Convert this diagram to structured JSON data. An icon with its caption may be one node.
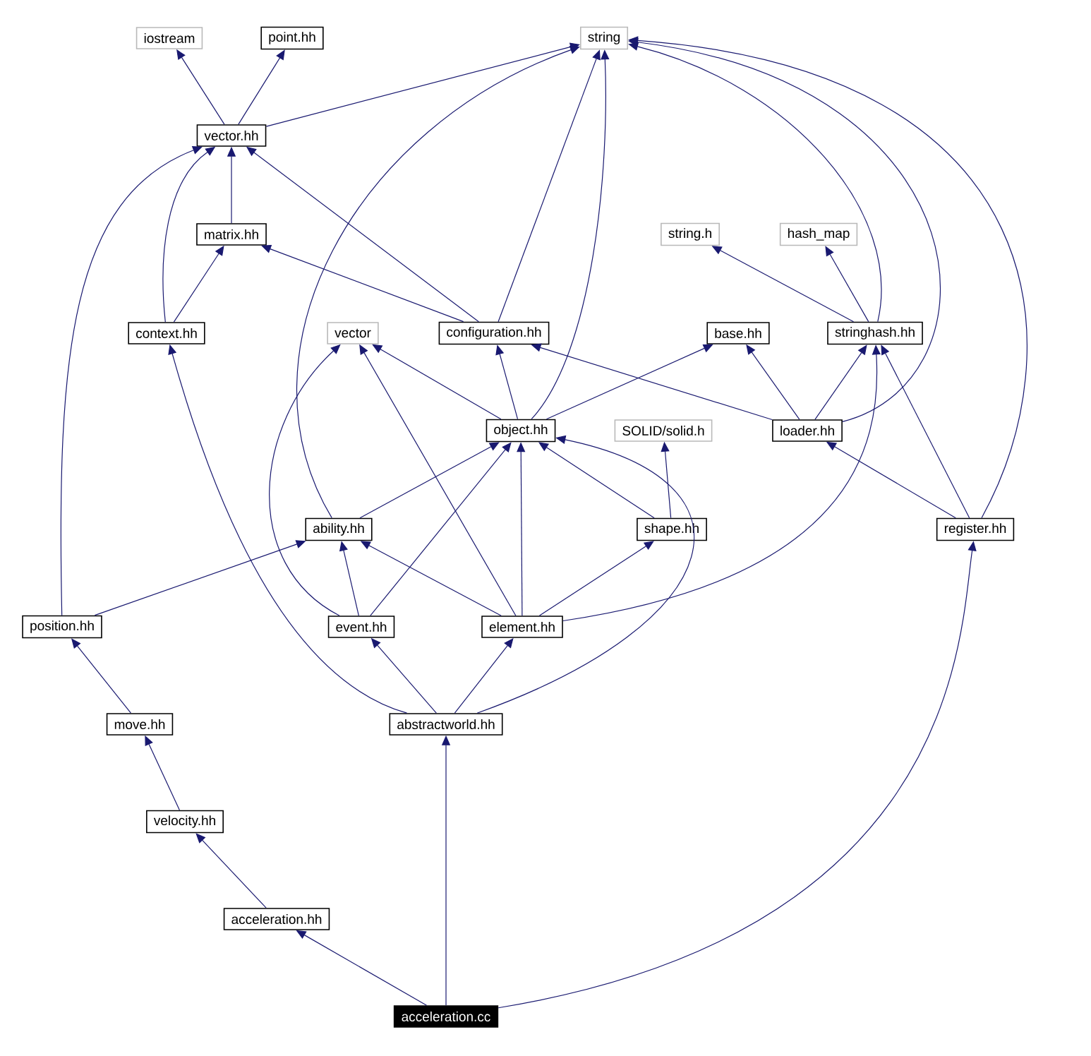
{
  "diagram": {
    "nodes": [
      {
        "text": [
          "iostream"
        ]
      },
      {
        "text": [
          "point.hh"
        ]
      },
      {
        "text": [
          "string"
        ]
      },
      {
        "text": [
          "vector.hh"
        ]
      },
      {
        "text": [
          "string.h"
        ]
      },
      {
        "text": [
          "hash_map"
        ]
      },
      {
        "text": [
          "matrix.hh"
        ]
      },
      {
        "text": [
          "context.hh"
        ]
      },
      {
        "text": [
          "vector"
        ]
      },
      {
        "text": [
          "configuration.hh"
        ]
      },
      {
        "text": [
          "base.hh"
        ]
      },
      {
        "text": [
          "stringhash.hh"
        ]
      },
      {
        "text": [
          "SOLID/solid.h"
        ]
      },
      {
        "text": [
          "object.hh"
        ]
      },
      {
        "text": [
          "loader.hh"
        ]
      },
      {
        "text": [
          "ability.hh"
        ]
      },
      {
        "text": [
          "shape.hh"
        ]
      },
      {
        "text": [
          "register.hh"
        ]
      },
      {
        "text": [
          "position.hh"
        ]
      },
      {
        "text": [
          "event.hh"
        ]
      },
      {
        "text": [
          "element.hh"
        ]
      },
      {
        "text": [
          "move.hh"
        ]
      },
      {
        "text": [
          "abstractworld.hh"
        ]
      },
      {
        "text": [
          "velocity.hh"
        ]
      },
      {
        "text": [
          "acceleration.hh"
        ]
      },
      {
        "text": [
          "acceleration.cc"
        ]
      }
    ],
    "edges": [
      {
        "from": 3,
        "to": 0,
        "arrow": "to"
      },
      {
        "from": 3,
        "to": 1,
        "arrow": "to"
      },
      {
        "from": 3,
        "to": 2,
        "arrow": "to"
      },
      {
        "from": 6,
        "to": 3,
        "arrow": "to"
      },
      {
        "from": 7,
        "to": 3,
        "arrow": "to"
      },
      {
        "from": 7,
        "to": 6,
        "arrow": "to"
      },
      {
        "from": 9,
        "to": 2,
        "arrow": "to"
      },
      {
        "from": 9,
        "to": 3,
        "arrow": "to"
      },
      {
        "from": 9,
        "to": 6,
        "arrow": "to"
      },
      {
        "from": 11,
        "to": 2,
        "arrow": "to"
      },
      {
        "from": 11,
        "to": 4,
        "arrow": "to"
      },
      {
        "from": 11,
        "to": 5,
        "arrow": "to"
      },
      {
        "from": 13,
        "to": 2,
        "arrow": "to"
      },
      {
        "from": 13,
        "to": 8,
        "arrow": "to"
      },
      {
        "from": 13,
        "to": 9,
        "arrow": "to"
      },
      {
        "from": 13,
        "to": 10,
        "arrow": "to"
      },
      {
        "from": 14,
        "to": 2,
        "arrow": "to"
      },
      {
        "from": 14,
        "to": 9,
        "arrow": "to"
      },
      {
        "from": 14,
        "to": 10,
        "arrow": "to"
      },
      {
        "from": 14,
        "to": 11,
        "arrow": "to"
      },
      {
        "from": 16,
        "to": 13,
        "arrow": "to"
      },
      {
        "from": 16,
        "to": 12,
        "arrow": "to"
      },
      {
        "from": 15,
        "to": 2,
        "arrow": "to"
      },
      {
        "from": 15,
        "to": 13,
        "arrow": "to"
      },
      {
        "from": 17,
        "to": 2,
        "arrow": "to"
      },
      {
        "from": 17,
        "to": 11,
        "arrow": "to"
      },
      {
        "from": 17,
        "to": 14,
        "arrow": "to"
      },
      {
        "from": 18,
        "to": 3,
        "arrow": "to"
      },
      {
        "from": 18,
        "to": 15,
        "arrow": "to"
      },
      {
        "from": 19,
        "to": 8,
        "arrow": "to"
      },
      {
        "from": 19,
        "to": 13,
        "arrow": "to"
      },
      {
        "from": 19,
        "to": 15,
        "arrow": "to"
      },
      {
        "from": 20,
        "to": 8,
        "arrow": "to"
      },
      {
        "from": 20,
        "to": 13,
        "arrow": "to"
      },
      {
        "from": 20,
        "to": 15,
        "arrow": "to"
      },
      {
        "from": 20,
        "to": 16,
        "arrow": "to"
      },
      {
        "from": 20,
        "to": 11,
        "arrow": "to"
      },
      {
        "from": 21,
        "to": 18,
        "arrow": "to"
      },
      {
        "from": 22,
        "to": 7,
        "arrow": "to"
      },
      {
        "from": 22,
        "to": 13,
        "arrow": "to"
      },
      {
        "from": 22,
        "to": 19,
        "arrow": "to"
      },
      {
        "from": 22,
        "to": 20,
        "arrow": "to"
      },
      {
        "from": 23,
        "to": 21,
        "arrow": "to"
      },
      {
        "from": 24,
        "to": 23,
        "arrow": "to"
      },
      {
        "from": 25,
        "to": 24,
        "arrow": "to"
      },
      {
        "from": 25,
        "to": 22,
        "arrow": "to"
      },
      {
        "from": 25,
        "to": 17,
        "arrow": "to"
      }
    ]
  }
}
